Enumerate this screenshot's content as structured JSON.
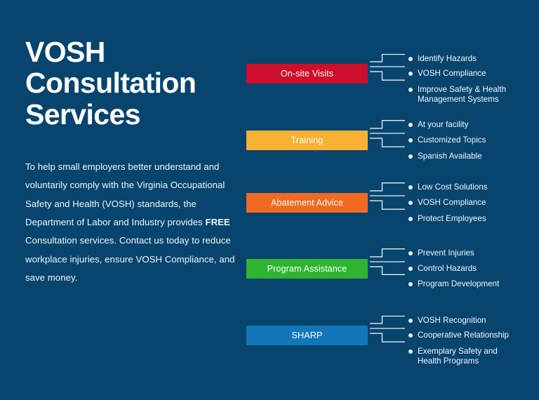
{
  "colors": {
    "background": "#07456f",
    "text": "#ffffff",
    "connector": "#e8eef2",
    "onsite_visits": "#ce0e2d",
    "training": "#f8b133",
    "abatement_advice": "#f26a21",
    "program_assistance": "#2fb431",
    "sharp": "#1177b8"
  },
  "left": {
    "title": "VOSH\nConsultation\nServices",
    "paragraph_pre": "To help small employers better understand and voluntarily comply with the Virginia Occupational Safety and Health (VOSH) standards, the Department of Labor and Industry provides ",
    "paragraph_bold": "FREE",
    "paragraph_post": " Consultation services. Contact us today to reduce workplace injuries, ensure VOSH Compliance, and save money."
  },
  "diagram": {
    "groups": [
      {
        "id": "on-site-visits",
        "label": "On-site Visits",
        "color": "#ce0e2d",
        "leaves": [
          "Identify Hazards",
          "VOSH Compliance",
          "Improve Safety & Health\nManagement Systems"
        ]
      },
      {
        "id": "training",
        "label": "Training",
        "color": "#f8b133",
        "leaves": [
          "At your facility",
          "Customized Topics",
          "Spanish Available"
        ]
      },
      {
        "id": "abatement-advice",
        "label": "Abatement Advice",
        "color": "#f26a21",
        "leaves": [
          "Low Cost Solutions",
          "VOSH Compliance",
          "Protect Employees"
        ]
      },
      {
        "id": "program-assistance",
        "label": "Program Assistance",
        "color": "#2fb431",
        "leaves": [
          "Prevent Injuries",
          "Control Hazards",
          "Program Development"
        ]
      },
      {
        "id": "sharp",
        "label": "SHARP",
        "color": "#1177b8",
        "leaves": [
          "VOSH Recognition",
          "Cooperative Relationship",
          "Exemplary Safety and\nHealth Programs"
        ]
      }
    ]
  }
}
